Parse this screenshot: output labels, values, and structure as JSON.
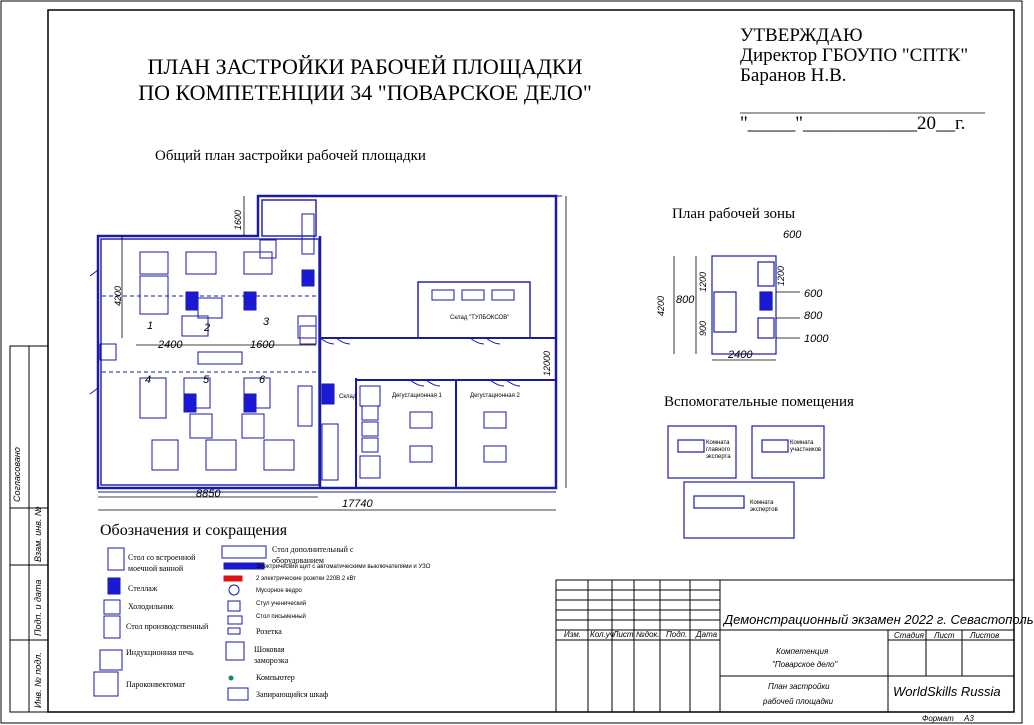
{
  "header": {
    "title_line1": "ПЛАН ЗАСТРОЙКИ РАБОЧЕЙ  ПЛОЩАДКИ",
    "title_line2": "ПО КОМПЕТЕНЦИИ 34 \"ПОВАРСКОЕ ДЕЛО\"",
    "approve_line1": "УТВЕРЖДАЮ",
    "approve_line2": "Директор ГБОУПО \"СПТК\"",
    "approve_line3": "Баранов Н.В.",
    "date_line": "\"_____\"____________20__г."
  },
  "plans": {
    "general_title": "Общий план застройки рабочей площадки",
    "work_zone_title": "План рабочей зоны",
    "aux_title": "Вспомогательные помещения",
    "general_dims": {
      "d1600_top": "1600",
      "d4200": "4200",
      "d2400": "2400",
      "d1600": "1600",
      "d12000": "12000",
      "d8850": "8850",
      "d17740": "17740"
    },
    "workplaces": [
      "1",
      "2",
      "3",
      "4",
      "5",
      "6"
    ],
    "rooms": {
      "warehouse": "Склад \"ТУЛБОКСОВ\"",
      "store": "Склад",
      "tasting1": "Дегустационная 1",
      "tasting2": "Дегустационная 2"
    },
    "work_zone_dims": {
      "d600_top": "600",
      "d4200": "4200",
      "d1200a": "1200",
      "d1200b": "1200",
      "d800_left": "800",
      "d900": "900",
      "d2400": "2400",
      "d600_right": "600",
      "d800_right": "800",
      "d1000": "1000"
    },
    "aux_rooms": {
      "chief_expert": "Комната главного эксперта",
      "participants": "Комната участников",
      "experts": "Комната экспертов"
    }
  },
  "legend": {
    "title": "Обозначения и сокращения",
    "items": [
      "Стол со встроенной моечной ванной",
      "Стеллаж",
      "Холодильник",
      "Стол производственный",
      "Индукционная печь",
      "Пароконвектомат",
      "Стол дополнительный с оборудованием",
      "Электрический щит с автоматическими выключателями и УЗО",
      "2 электрические розетки 220В 2 кВт",
      "Мусорное ведро",
      "Стул ученический",
      "Стол письменный",
      "Розетка",
      "Шоковая заморозка",
      "Компьютер",
      "Запирающийся шкаф"
    ]
  },
  "stamp": {
    "col_headers": [
      "Изм.",
      "Кол.уч",
      "Лист",
      "№док.",
      "Подп.",
      "Дата"
    ],
    "exam_title": "Демонстрационный экзамен 2022 г. Севастополь",
    "competence_line1": "Компетенция",
    "competence_line2": "\"Поварское дело\"",
    "plan_line1": "План застройки",
    "plan_line2": "рабочей площадки",
    "stage": "Стадия",
    "sheet": "Лист",
    "sheets": "Листов",
    "org": "WorldSkills Russia",
    "format_label": "Формат",
    "format_value": "А3"
  },
  "side_stamp": {
    "agreed": "Согласовано",
    "inv_sub": "Взам. инв. №",
    "sign_date": "Подп. и дата",
    "inv_orig": "Инв. № подл."
  },
  "colors": {
    "line": "#1a1aa8",
    "fill_blue": "#1a1ad6",
    "red": "#e01010",
    "frame": "#000000"
  }
}
